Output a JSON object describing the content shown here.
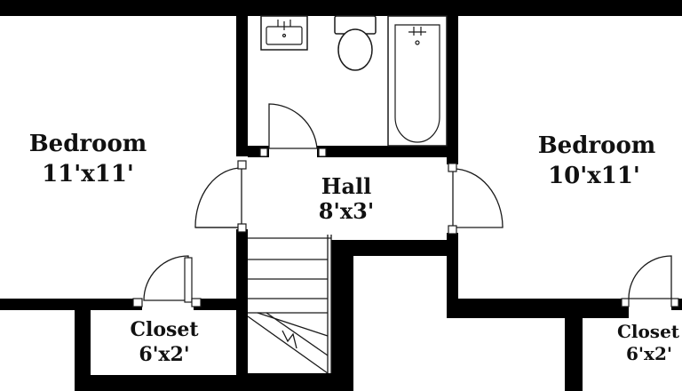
{
  "rooms": {
    "bedroom_left": {
      "name": "Bedroom",
      "size": "11'x11'"
    },
    "bedroom_right": {
      "name": "Bedroom",
      "size": "10'x11'"
    },
    "hall": {
      "name": "Hall",
      "size": "8'x3'"
    },
    "closet_left": {
      "name": "Closet",
      "size": "6'x2'"
    },
    "closet_right": {
      "name": "Closet",
      "size": "6'x2'"
    }
  },
  "colors": {
    "wall": "#000000",
    "background": "#ffffff",
    "line": "#1a1a1a"
  }
}
